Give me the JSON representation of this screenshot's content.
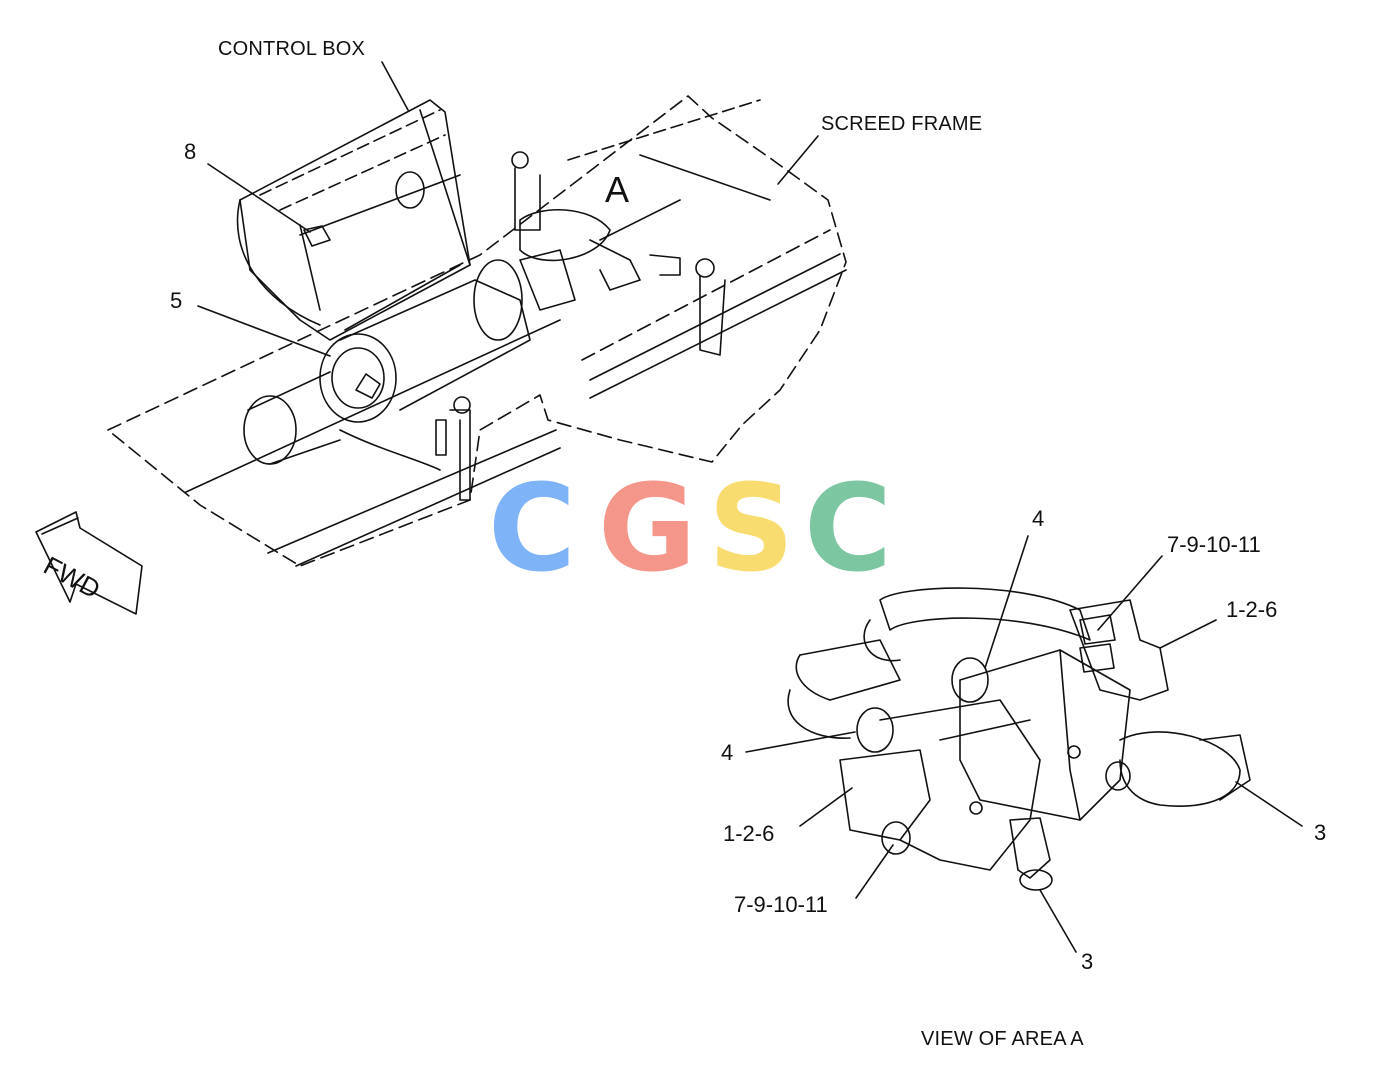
{
  "callouts": {
    "control_box": "CONTROL BOX",
    "screed_frame": "SCREED FRAME",
    "area_a": "A",
    "part_8": "8",
    "part_5": "5",
    "view_4_top": "4",
    "view_7_9_10_11_top": "7-9-10-11",
    "view_1_2_6_right": "1-2-6",
    "view_4_left": "4",
    "view_1_2_6_left": "1-2-6",
    "view_3_right": "3",
    "view_7_9_10_11_bottom": "7-9-10-11",
    "view_3_bottom": "3"
  },
  "fwd_arrow": {
    "label": "FWD"
  },
  "view_caption": "VIEW OF AREA A",
  "watermark": {
    "letters": [
      "C",
      "G",
      "S",
      "C"
    ],
    "colors": [
      "#7fb3f7",
      "#f4968a",
      "#f9dc6f",
      "#7cc6a2"
    ]
  },
  "colors": {
    "line": "#111111",
    "background": "#ffffff"
  }
}
